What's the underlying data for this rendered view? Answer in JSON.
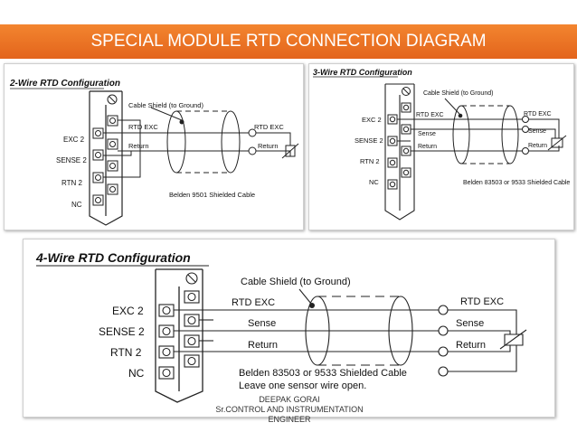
{
  "slide": {
    "title": "SPECIAL MODULE RTD CONNECTION DIAGRAM",
    "author_name": "DEEPAK GORAI",
    "author_role_line1": "Sr.CONTROL AND INSTRUMENTATION",
    "author_role_line2": "ENGINEER"
  },
  "diagram_2wire": {
    "heading": "2-Wire RTD Configuration",
    "terminals": [
      "EXC 2",
      "SENSE 2",
      "RTN 2",
      "NC"
    ],
    "shield_label": "Cable Shield (to Ground)",
    "rtd_exc_left": "RTD EXC",
    "return_left": "Return",
    "rtd_exc_right": "RTD EXC",
    "return_right": "Return",
    "cable_label": "Belden 9501 Shielded Cable"
  },
  "diagram_3wire": {
    "heading": "3-Wire RTD Configuration",
    "terminals": [
      "EXC 2",
      "SENSE 2",
      "RTN 2",
      "NC"
    ],
    "shield_label": "Cable Shield (to Ground)",
    "rtd_exc_left": "RTD EXC",
    "sense_left": "Sense",
    "return_left": "Return",
    "rtd_exc_right": "RTD EXC",
    "sense_right": "Sense",
    "return_right": "Return",
    "cable_label": "Belden 83503 or 9533 Shielded Cable"
  },
  "diagram_4wire": {
    "heading": "4-Wire RTD Configuration",
    "terminals": [
      "EXC 2",
      "SENSE 2",
      "RTN 2",
      "NC"
    ],
    "shield_label": "Cable Shield (to Ground)",
    "rtd_exc_left": "RTD EXC",
    "sense_left": "Sense",
    "return_left": "Return",
    "rtd_exc_right": "RTD EXC",
    "sense_right": "Sense",
    "return_right": "Return",
    "cable_label": "Belden 83503 or 9533 Shielded Cable",
    "note": "Leave one sensor wire open."
  }
}
